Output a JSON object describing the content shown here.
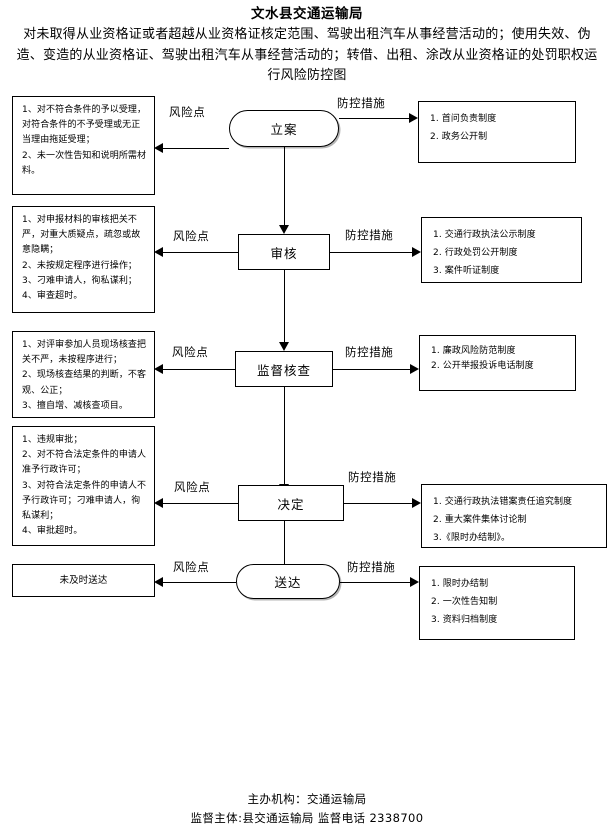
{
  "header": {
    "org_title": "文水县交通运输局",
    "doc_title": "对未取得从业资格证或者超越从业资格证核定范围、驾驶出租汽车从事经营活动的；使用失效、伪造、变造的从业资格证、驾驶出租汽车从事经营活动的；转借、出租、涂改从业资格证的处罚职权运行风险防控图"
  },
  "edge_labels": {
    "risk": "风险点",
    "measure": "防控措施"
  },
  "steps": [
    {
      "node": "立案",
      "shape": "stadium",
      "risk_text": "1、对不符合条件的予以受理，对符合条件的不予受理或无正当理由拖延受理；\n2、未一次性告知和说明所需材料。",
      "measures": [
        "1. 首问负责制度",
        "2. 政务公开制"
      ]
    },
    {
      "node": "审核",
      "shape": "rect",
      "risk_text": "1、对申报材料的审核把关不严，对重大质疑点，疏忽或故意隐瞒；\n2、未按规定程序进行操作；\n3、刁难申请人，徇私谋利；\n4、审查超时。",
      "measures": [
        "1. 交通行政执法公示制度",
        "2. 行政处罚公开制度",
        "3. 案件听证制度"
      ]
    },
    {
      "node": "监督核查",
      "shape": "rect",
      "risk_text": "1、对评审参加人员现场核查把关不严，未按程序进行；\n2、现场核查结果的判断，不客观、公正；\n3、擅自增、减核查项目。",
      "measures": [
        "1. 廉政风险防范制度",
        "2. 公开举报投诉电话制度"
      ]
    },
    {
      "node": "决定",
      "shape": "rect",
      "risk_text": "1、违规审批；\n2、对不符合法定条件的申请人准予行政许可；\n3、对符合法定条件的申请人不予行政许可；刁难申请人，徇私谋利；\n4、审批超时。",
      "measures": [
        "1. 交通行政执法错案责任追究制度",
        "2. 重大案件集体讨论制",
        "3.《限时办结制》。"
      ]
    },
    {
      "node": "送达",
      "shape": "stadium",
      "risk_text": "未及时送达",
      "measures": [
        "1. 限时办结制",
        "2. 一次性告知制",
        "3. 资料归档制度"
      ]
    }
  ],
  "footer": {
    "line1": "主办机构：交通运输局",
    "line2": "监督主体:县交通运输局   监督电话  2338700"
  }
}
